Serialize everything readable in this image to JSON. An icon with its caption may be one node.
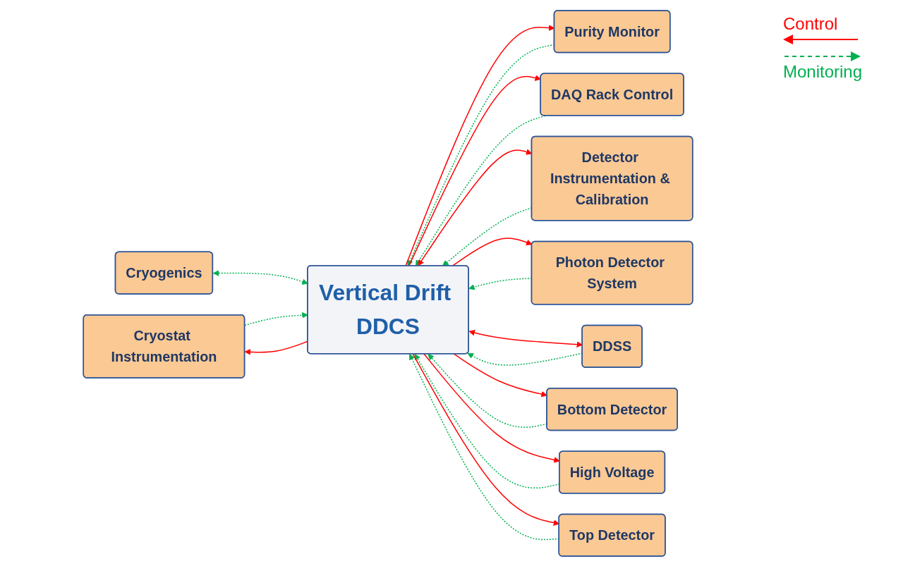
{
  "diagram": {
    "nodes": [
      {
        "text": [
          "Cryostat Instrumentation"
        ]
      },
      {
        "text": [
          "Purity Monitor"
        ]
      },
      {
        "text": [
          "Cryogenics"
        ]
      },
      {
        "text": [
          "DAQ Rack Control"
        ]
      },
      {
        "text": [
          "Vertical Drift DDCS"
        ]
      },
      {
        "text": [
          "Detector Instrumentation & Calibration"
        ]
      },
      {
        "text": [
          "Photon Detector System"
        ]
      },
      {
        "text": [
          "DDSS"
        ]
      },
      {
        "text": [
          "Bottom Detector"
        ]
      },
      {
        "text": [
          "High Voltage"
        ]
      },
      {
        "text": [
          "Top Detector"
        ]
      }
    ],
    "edges": [
      {
        "from": 2,
        "to": 4,
        "arrow": "both",
        "style": "dashed"
      },
      {
        "from": 1,
        "to": 4,
        "arrow": "to",
        "style": "dashed"
      },
      {
        "from": 4,
        "to": 1,
        "arrow": "to",
        "color": "#ff0000"
      },
      {
        "from": 0,
        "to": 4,
        "arrow": "to",
        "style": "dashed"
      },
      {
        "from": 4,
        "to": 0,
        "arrow": "to",
        "color": "#ff0000"
      },
      {
        "from": 4,
        "to": 3,
        "arrow": "to",
        "color": "#ff0000"
      },
      {
        "from": 3,
        "to": 4,
        "arrow": "to",
        "style": "dashed"
      },
      {
        "from": 5,
        "to": 4,
        "arrow": "to",
        "style": "dashed"
      },
      {
        "from": 4,
        "to": 5,
        "arrow": "both",
        "color": "#ff0000"
      },
      {
        "from": 6,
        "to": 4,
        "arrow": "to",
        "style": "dashed"
      },
      {
        "from": 4,
        "to": 6,
        "arrow": "to",
        "color": "#ff0000"
      },
      {
        "from": 7,
        "to": 4,
        "arrow": "to",
        "style": "dashed"
      },
      {
        "from": 4,
        "to": 7,
        "arrow": "both",
        "color": "#ff0000"
      },
      {
        "from": 4,
        "to": 8,
        "arrow": "to",
        "color": "#ff0000"
      },
      {
        "from": 8,
        "to": 4,
        "arrow": "to",
        "style": "dashed"
      },
      {
        "from": 9,
        "to": 4,
        "arrow": "to",
        "style": "dashed"
      },
      {
        "from": 4,
        "to": 9,
        "arrow": "to",
        "color": "#ff0000"
      },
      {
        "from": 4,
        "to": 10,
        "arrow": "to",
        "color": "#ff0000"
      },
      {
        "from": 10,
        "to": 4,
        "arrow": "to",
        "style": "dashed"
      }
    ],
    "legend": [
      {
        "text": "Control"
      },
      {
        "text": "Monitoring"
      }
    ]
  }
}
